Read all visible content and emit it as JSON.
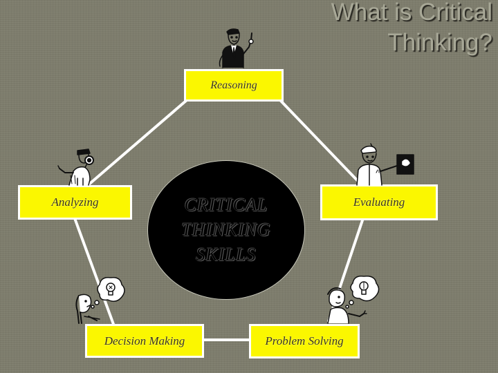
{
  "title": {
    "line1": "What is Critical",
    "line2": "Thinking?"
  },
  "center": {
    "lines": [
      "CRITICAL",
      "THINKING",
      "SKILLS"
    ]
  },
  "skills": {
    "reasoning": "Reasoning",
    "analyzing": "Analyzing",
    "evaluating": "Evaluating",
    "decision_making": "Decision Making",
    "problem_solving": "Problem Solving"
  },
  "colors": {
    "background": "#7d7c6c",
    "box_fill": "#fbf700",
    "box_border": "#ffffff",
    "connector": "#ffffff",
    "hub": "#000000",
    "title": "#a8a897"
  },
  "icons": [
    "thinking-man-icon",
    "detective-magnifier-icon",
    "scientist-evaluating-icon",
    "idea-lightbulb-icon",
    "problem-solver-lightbulb-icon"
  ]
}
